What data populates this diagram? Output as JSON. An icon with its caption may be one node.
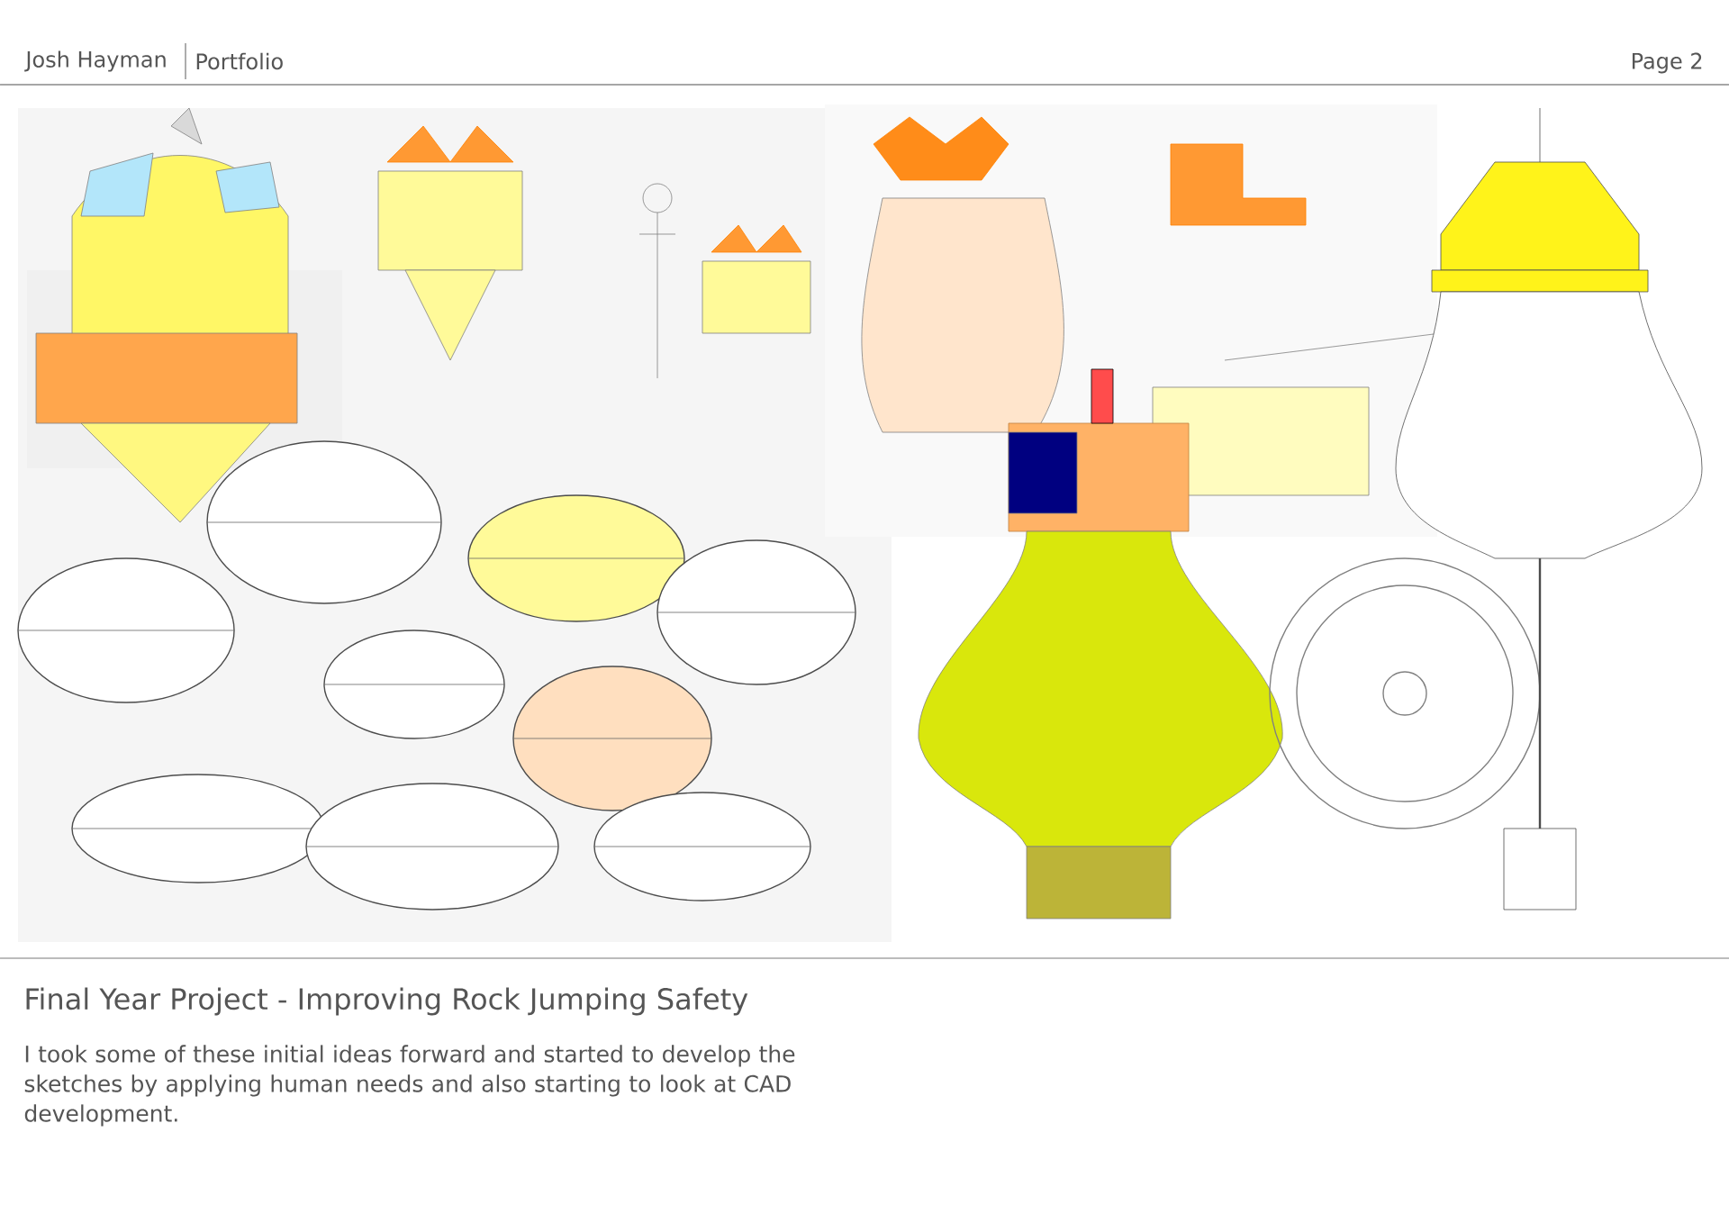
{
  "diagram": {
    "title": "Final Year Project - Improving Rock Jumping Safety",
    "labels": [
      "Josh Hayman",
      "Portfolio",
      "Page 2",
      "I took some of these initial ideas forward and started to develop the sketches by applying human needs and also starting to look at CAD development."
    ]
  }
}
